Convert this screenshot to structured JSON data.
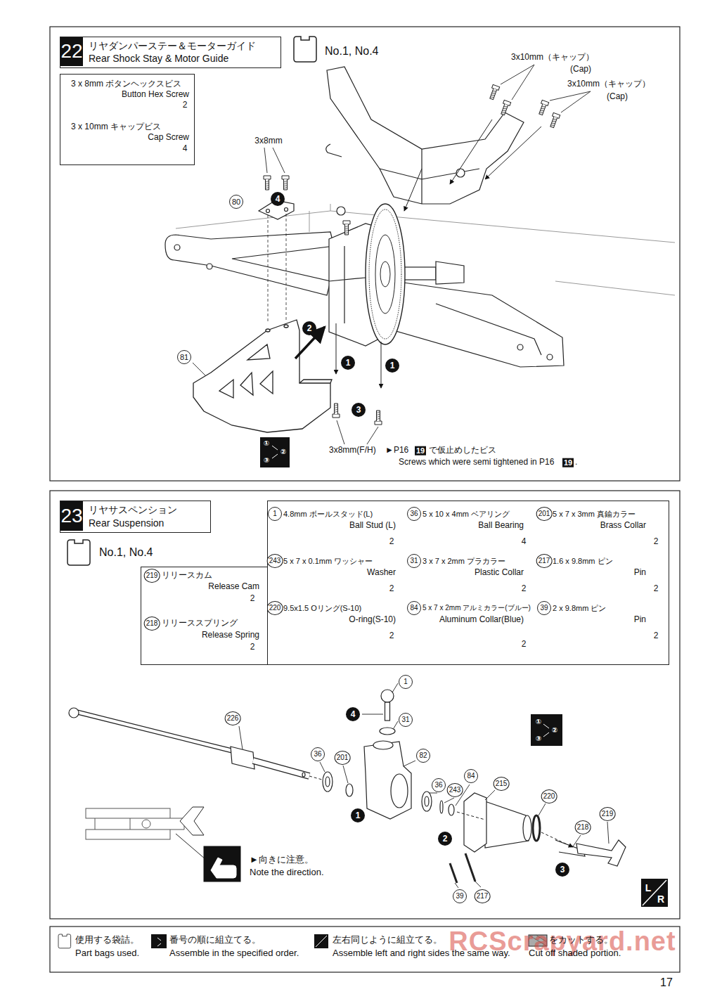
{
  "diagram": {
    "nodes": [
      {
        "text": [
          "22",
          "リヤダンパーステー＆モーターガイド",
          "Rear Shock Stay & Motor Guide"
        ]
      },
      {
        "text": [
          "3 x 8mm ボタンヘックスビス",
          "Button Hex Screw",
          "2",
          "3 x 10mm キャップビス",
          "Cap Screw",
          "4"
        ]
      },
      {
        "text": [
          "23",
          "リヤサスペンション",
          "Rear Suspension"
        ]
      },
      {
        "text": [
          "1",
          "4.8mm ボールスタッド(L)",
          "Ball Stud (L)",
          "2",
          "36",
          "5 x 10 x 4mm ベアリング",
          "Ball Bearing",
          "4",
          "201",
          "5 x 7 x 3mm 真鍮カラー",
          "Brass Collar",
          "2",
          "243",
          "5 x 7 x 0.1mm ワッシャー",
          "Washer",
          "2",
          "31",
          "3 x 7 x 2mm プラカラー",
          "Plastic Collar",
          "2",
          "217",
          "1.6 x 9.8mm ピン",
          "Pin",
          "2",
          "220",
          "9.5x1.5 Oリング(S-10)",
          "O-ring(S-10)",
          "2",
          "84",
          "5 x 7 x 2mm アルミカラー(ブルー)",
          "Aluminum Collar(Blue)",
          "2",
          "39",
          "2 x 9.8mm ピン",
          "Pin",
          "2"
        ]
      },
      {
        "text": [
          "219",
          "リリースカム",
          "Release Cam",
          "2",
          "218",
          "リリーススプリング",
          "Release Spring",
          "2"
        ]
      }
    ],
    "labels": [
      "No.1, No.4",
      "3x10mm（キャップ）",
      "(Cap)",
      "3x10mm（キャップ）",
      "(Cap)",
      "3x8mm",
      "80",
      "4",
      "81",
      "2",
      "1",
      "1",
      "3",
      "3x8mm(F/H)",
      "►P16",
      "19",
      "で仮止めしたビス",
      "Screws which were semi tightened in P16",
      "19",
      ".",
      "①",
      "②",
      "③",
      "No.1, No.4",
      "1",
      "4",
      "31",
      "226",
      "36",
      "201",
      "82",
      "36",
      "243",
      "84",
      "215",
      "220",
      "218",
      "219",
      "1",
      "2",
      "3",
      "39",
      "217",
      "►向きに注意。",
      "Note the direction.",
      "①",
      "②",
      "③",
      "L",
      "R",
      "RCScrapyard.net",
      "17"
    ],
    "legend": [
      {
        "text": "使用する袋詰。"
      },
      {
        "text": "Part bags used."
      },
      {
        "text": "番号の順に組立てる。"
      },
      {
        "text": "Assemble in the specified order."
      },
      {
        "text": "左右同じように組立てる。"
      },
      {
        "text": "Assemble left and right sides the same way."
      },
      {
        "text": "をカットする。"
      },
      {
        "text": "Cut off shaded portion."
      }
    ]
  }
}
